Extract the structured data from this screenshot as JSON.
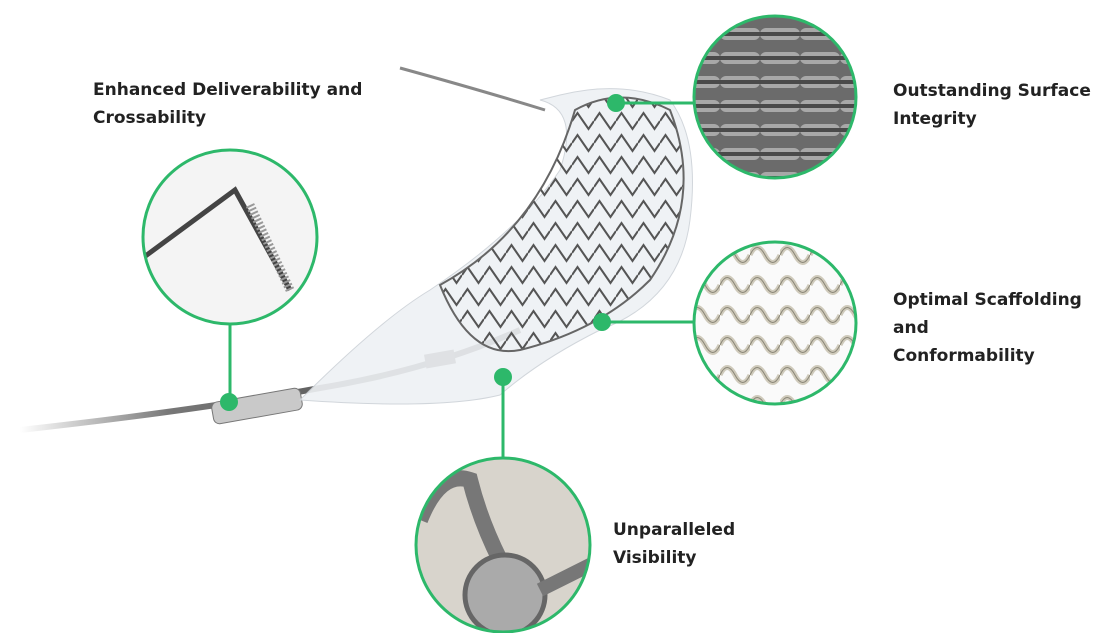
{
  "colors": {
    "accent": "#2db86a",
    "text": "#222222"
  },
  "callouts": [
    {
      "line1": "Enhanced Deliverability and",
      "line2": "Crossability"
    },
    {
      "line1": "Outstanding Surface",
      "line2": "Integrity"
    },
    {
      "line1": "Optimal Scaffolding and",
      "line2": "Conformability"
    },
    {
      "line1": "Unparalleled",
      "line2": "Visibility"
    }
  ]
}
